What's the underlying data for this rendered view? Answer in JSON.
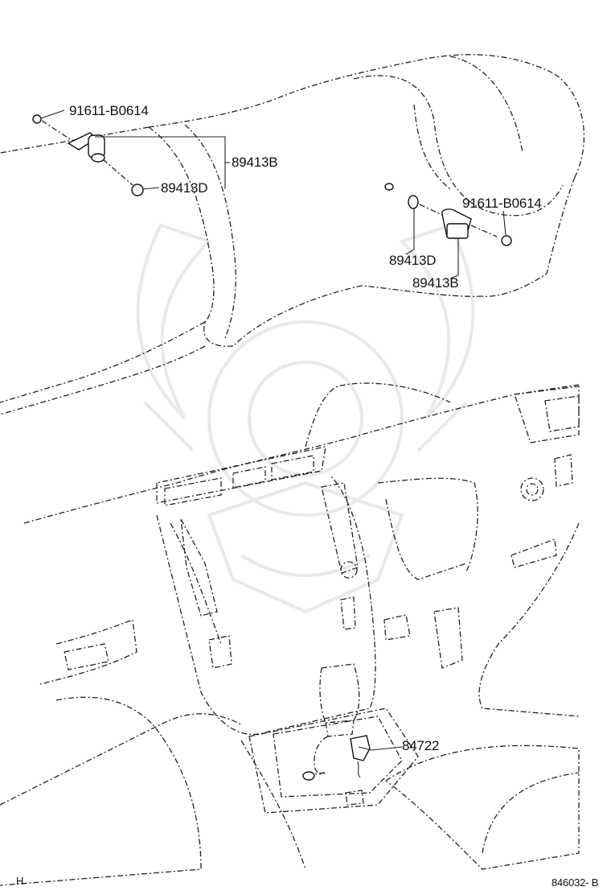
{
  "callouts": {
    "bolt_top": "91611-B0614",
    "sensor_top": "89413B",
    "oring_top": "89413D",
    "bolt_right": "91611-B0614",
    "oring_right": "89413D",
    "sensor_right": "89413B",
    "switch": "84722"
  },
  "corner": {
    "left": "H",
    "right": "846032- B"
  },
  "colors": {
    "line": "#222222",
    "watermark": "#e9e9e9",
    "background": "#ffffff"
  }
}
